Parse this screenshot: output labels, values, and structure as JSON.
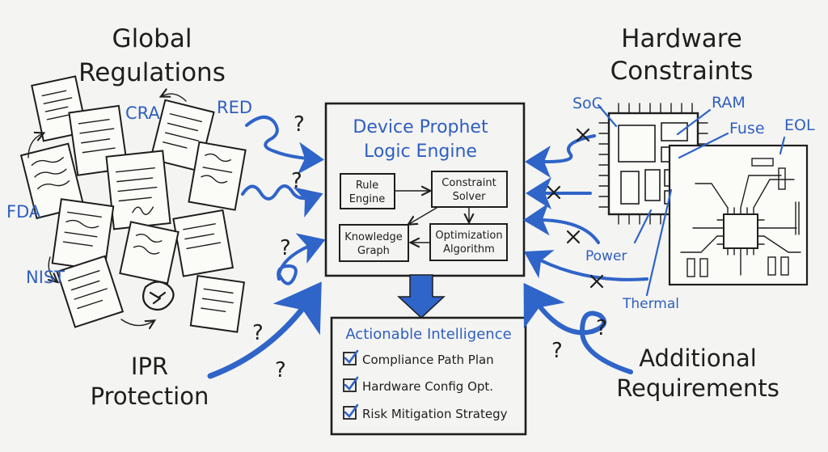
{
  "regulations": {
    "title_line1": "Global",
    "title_line2": "Regulations",
    "tags": [
      "CRA",
      "RED",
      "FDA",
      "NIST"
    ]
  },
  "hardware": {
    "title_line1": "Hardware",
    "title_line2": "Constraints",
    "tags": [
      "SoC",
      "RAM",
      "Fuse",
      "EOL",
      "Power",
      "Thermal"
    ]
  },
  "engine": {
    "title_line1": "Device Prophet",
    "title_line2": "Logic Engine",
    "modules": [
      {
        "line1": "Rule",
        "line2": "Engine"
      },
      {
        "line1": "Constraint",
        "line2": "Solver"
      },
      {
        "line1": "Knowledge",
        "line2": "Graph"
      },
      {
        "line1": "Optimization",
        "line2": "Algorithm"
      }
    ]
  },
  "output": {
    "title": "Actionable Intelligence",
    "items": [
      "Compliance Path Plan",
      "Hardware Config Opt.",
      "Risk Mitigation Strategy"
    ]
  },
  "ipr": {
    "line1": "IPR",
    "line2": "Protection"
  },
  "additional": {
    "line1": "Additional",
    "line2": "Requirements"
  },
  "question_mark": "?",
  "colors": {
    "ink": "#1e1e1e",
    "blue": "#2f64c8",
    "board": "#f4f4f2"
  }
}
